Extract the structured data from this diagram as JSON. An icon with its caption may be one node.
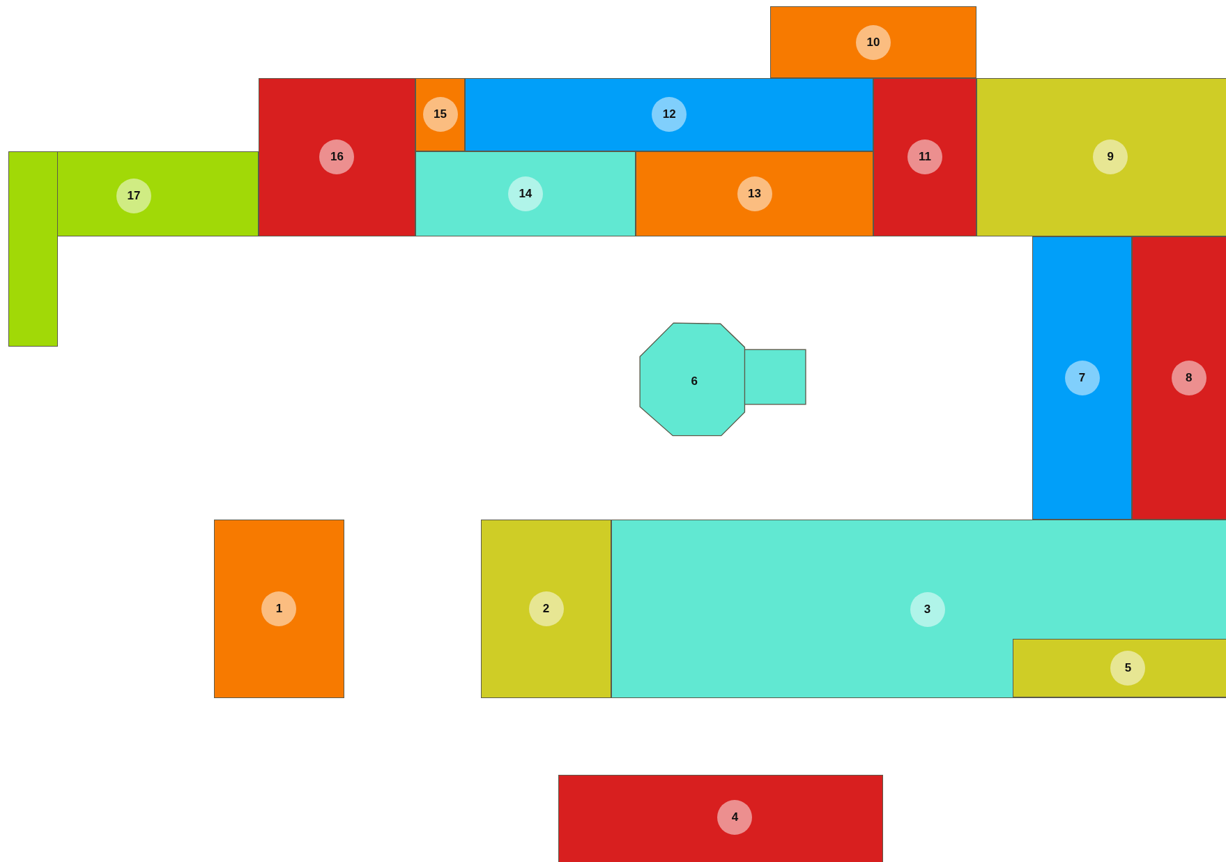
{
  "diagram": {
    "nodes": [
      {
        "text": [
          "10"
        ]
      },
      {
        "text": [
          "16"
        ]
      },
      {
        "text": [
          "15"
        ]
      },
      {
        "text": [
          "12"
        ]
      },
      {
        "text": [
          "11"
        ]
      },
      {
        "text": [
          "9"
        ]
      },
      {
        "text": [],
        "shape": "box"
      },
      {
        "text": [
          "17"
        ]
      },
      {
        "text": [
          "14"
        ]
      },
      {
        "text": [
          "13"
        ]
      },
      {
        "text": [
          "6"
        ]
      },
      {
        "text": [
          "7"
        ]
      },
      {
        "text": [
          "8"
        ]
      },
      {
        "text": [
          "1"
        ]
      },
      {
        "text": [
          "2"
        ]
      },
      {
        "text": [
          "3"
        ]
      },
      {
        "text": [
          "5"
        ],
        "in": 15
      },
      {
        "text": [
          "4"
        ]
      }
    ]
  }
}
